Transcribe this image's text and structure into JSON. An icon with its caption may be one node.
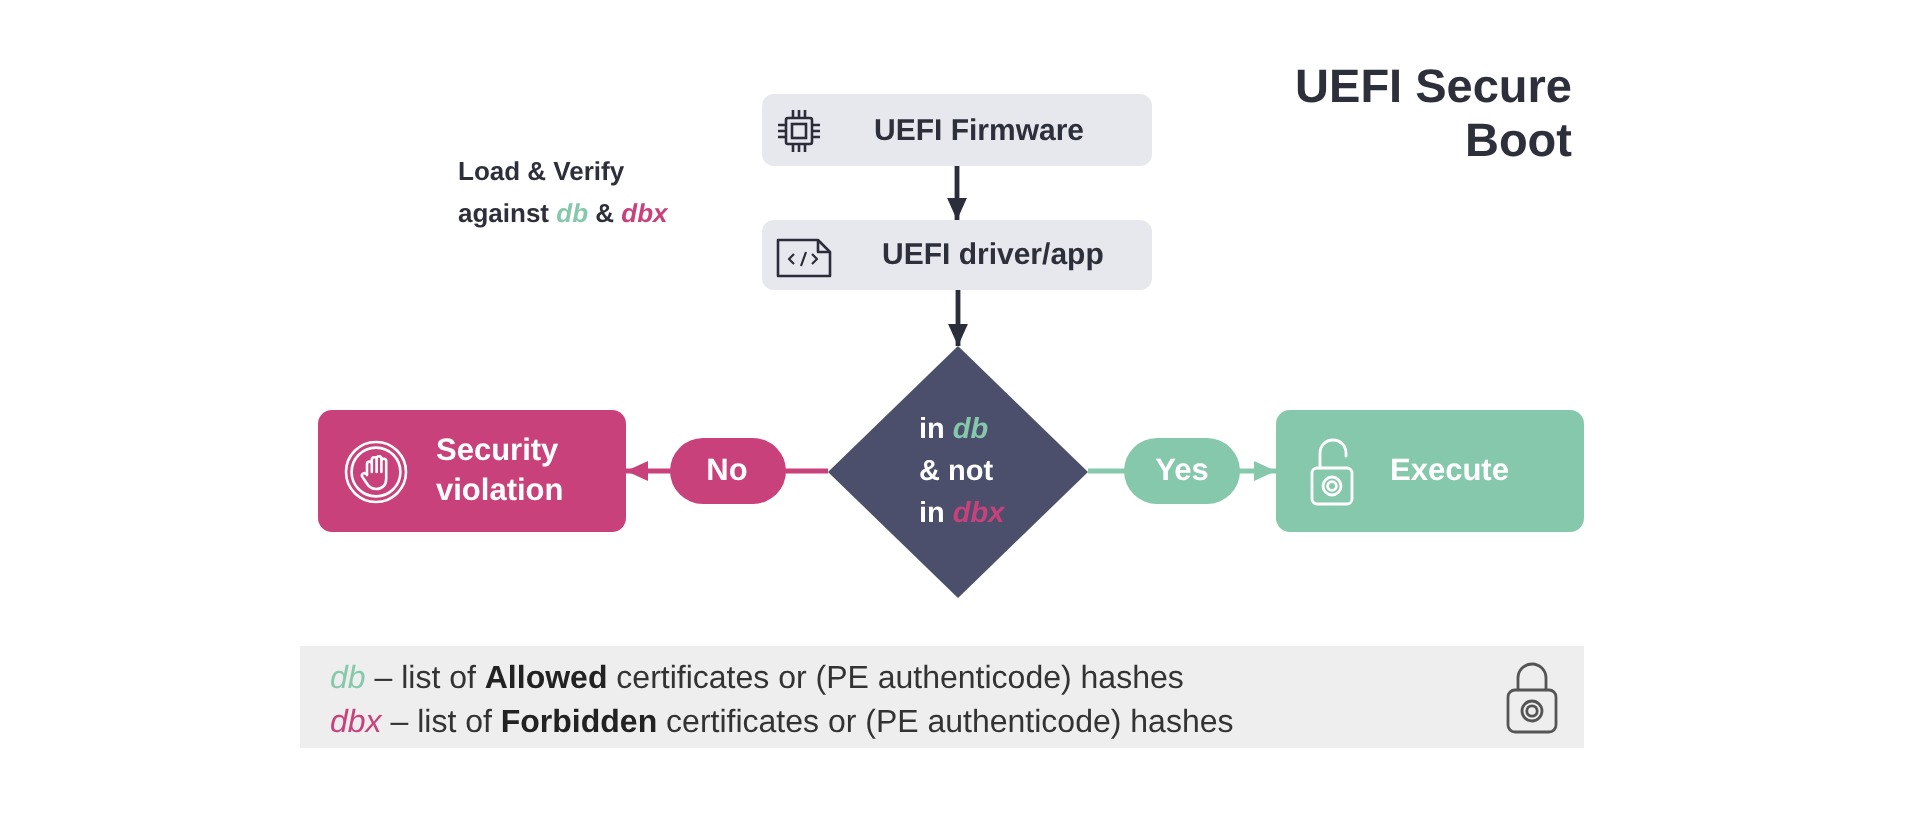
{
  "diagram": {
    "title": "UEFI Secure Boot",
    "nodes": [
      {
        "text": [
          "UEFI Firmware"
        ]
      },
      {
        "text": [
          "UEFI driver/app"
        ]
      },
      {
        "text": [
          "in *db* & not in *dbx*"
        ]
      },
      {
        "text": [
          "Security violation"
        ]
      },
      {
        "text": [
          "Execute"
        ]
      },
      {
        "text": [
          "*db* – list of **Allowed** certificates or (PE authenticode) hashes",
          "*dbx* – list of **Forbidden** certificates or (PE authenticode) hashes"
        ]
      }
    ],
    "edges": [
      {
        "from": 0,
        "to": 1,
        "arrow": "to"
      },
      {
        "from": 1,
        "to": 2,
        "arrow": "to"
      },
      {
        "from": 2,
        "to": 3,
        "arrow": "to",
        "label": "No",
        "color": "#c9417b"
      },
      {
        "from": 2,
        "to": 4,
        "arrow": "to",
        "label": "Yes",
        "color": "#86c8ab"
      }
    ],
    "labels": [
      "Load & Verify against *db* & *dbx*"
    ]
  }
}
